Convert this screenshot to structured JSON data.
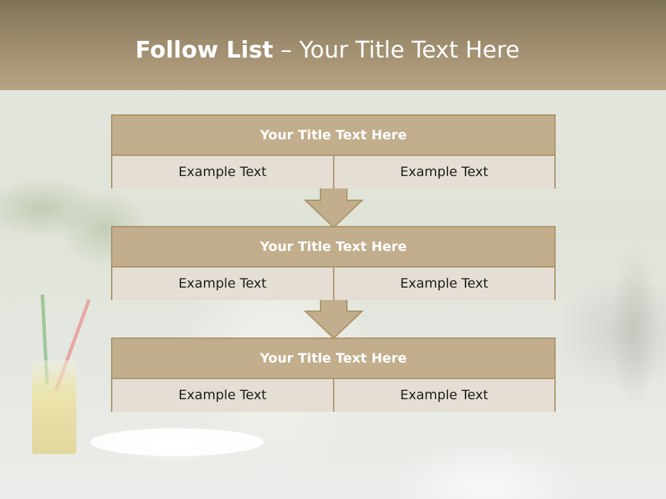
{
  "header": {
    "title_bold": "Follow List",
    "title_rest": "– Your Title Text Here"
  },
  "steps": [
    {
      "title": "Your Title Text Here",
      "left": "Example Text",
      "right": "Example Text"
    },
    {
      "title": "Your Title Text Here",
      "left": "Example Text",
      "right": "Example Text"
    },
    {
      "title": "Your Title Text Here",
      "left": "Example Text",
      "right": "Example Text"
    }
  ],
  "colors": {
    "header_top": "#7e7257",
    "header_bottom": "#b6a383",
    "block_fill": "#c2ae8c",
    "block_border": "#ad956b",
    "cell_fill": "#e8e2da",
    "title_text": "#ffffff",
    "cell_text": "#1c1c1c"
  },
  "icons": [
    "down-arrow-icon",
    "down-arrow-icon"
  ]
}
